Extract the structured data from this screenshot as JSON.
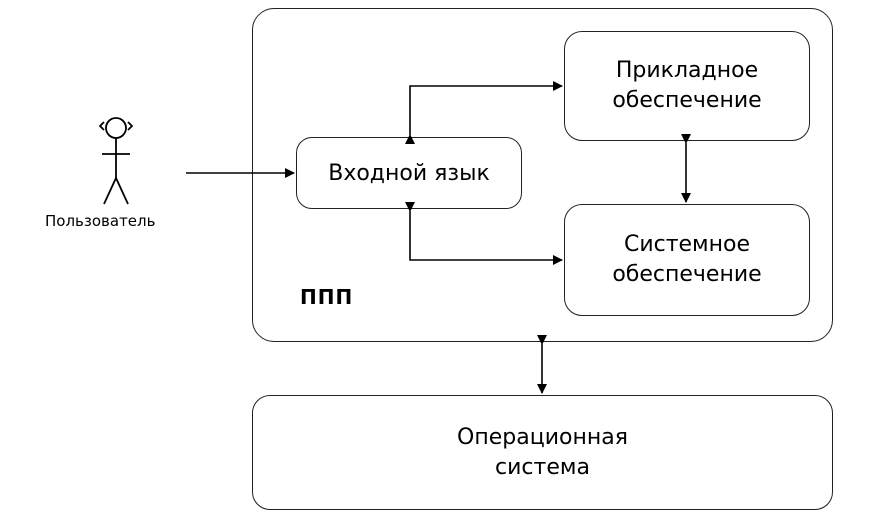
{
  "user": {
    "label": "Пользователь"
  },
  "container": {
    "label": "ППП"
  },
  "input_language": {
    "label": "Входной язык"
  },
  "applied_software": {
    "line1": "Прикладное",
    "line2": "обеспечение"
  },
  "system_software": {
    "line1": "Системное",
    "line2": "обеспечение"
  },
  "operating_system": {
    "line1": "Операционная",
    "line2": "система"
  }
}
